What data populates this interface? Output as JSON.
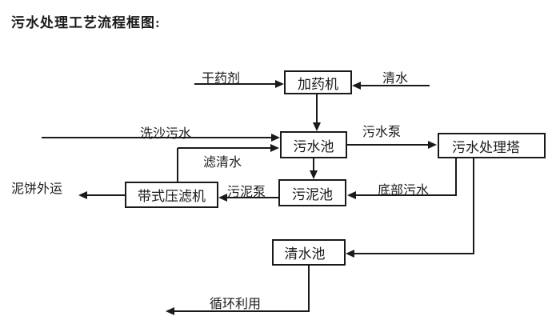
{
  "title": "污水处理工艺流程框图:",
  "colors": {
    "ink": "#1a1a1a",
    "background": "#ffffff"
  },
  "nodes": {
    "dosing_machine": "加药机",
    "sewage_pool": "污水池",
    "treatment_tower": "污水处理塔",
    "sludge_pool": "污泥池",
    "belt_filter_press": "带式压滤机",
    "clean_water_pool": "清水池"
  },
  "edges": [
    {
      "id": "dry-agent-to-dosing",
      "label": "干药剂",
      "from": "external",
      "to": "dosing_machine"
    },
    {
      "id": "clean-water-to-dosing",
      "label": "清水",
      "from": "external",
      "to": "dosing_machine"
    },
    {
      "id": "dosing-to-sewage-pool",
      "label": "",
      "from": "dosing_machine",
      "to": "sewage_pool"
    },
    {
      "id": "sand-washing-to-sewage-pool",
      "label": "洗沙污水",
      "from": "external",
      "to": "sewage_pool"
    },
    {
      "id": "filtered-water-to-sewage-pool",
      "label": "滤清水",
      "from": "belt_filter_press",
      "to": "sewage_pool"
    },
    {
      "id": "sewage-pool-to-tower",
      "label": "污水泵",
      "from": "sewage_pool",
      "to": "treatment_tower"
    },
    {
      "id": "sewage-pool-to-sludge-pool",
      "label": "",
      "from": "sewage_pool",
      "to": "sludge_pool"
    },
    {
      "id": "tower-to-sludge-pool",
      "label": "底部污水",
      "from": "treatment_tower",
      "to": "sludge_pool"
    },
    {
      "id": "sludge-pool-to-belt-press",
      "label": "污泥泵",
      "from": "sludge_pool",
      "to": "belt_filter_press"
    },
    {
      "id": "belt-press-mud-cake-out",
      "label": "泥饼外运",
      "from": "belt_filter_press",
      "to": "external"
    },
    {
      "id": "tower-to-clean-water-pool",
      "label": "",
      "from": "treatment_tower",
      "to": "clean_water_pool"
    },
    {
      "id": "clean-water-pool-recycle",
      "label": "循环利用",
      "from": "clean_water_pool",
      "to": "external"
    }
  ]
}
